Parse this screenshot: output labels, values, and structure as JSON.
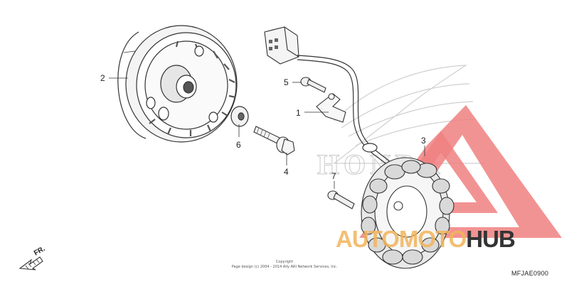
{
  "callouts": {
    "c1": "1",
    "c2": "2",
    "c3": "3",
    "c4": "4",
    "c5": "5",
    "c6": "6",
    "c7": "7"
  },
  "direction_label": "FR.",
  "copyright": {
    "line1": "Copyright",
    "line2": "Page design (c) 2004 - 2014 Ally ARI Network Services, Inc."
  },
  "diagram_code": "MFJAE0900",
  "watermark": {
    "brand": "HONDA",
    "part1": "AUTO",
    "part2": "MOTO",
    "part3": "HUB",
    "triangle_color": "#f08080",
    "accent_color": "#f2b45a"
  }
}
